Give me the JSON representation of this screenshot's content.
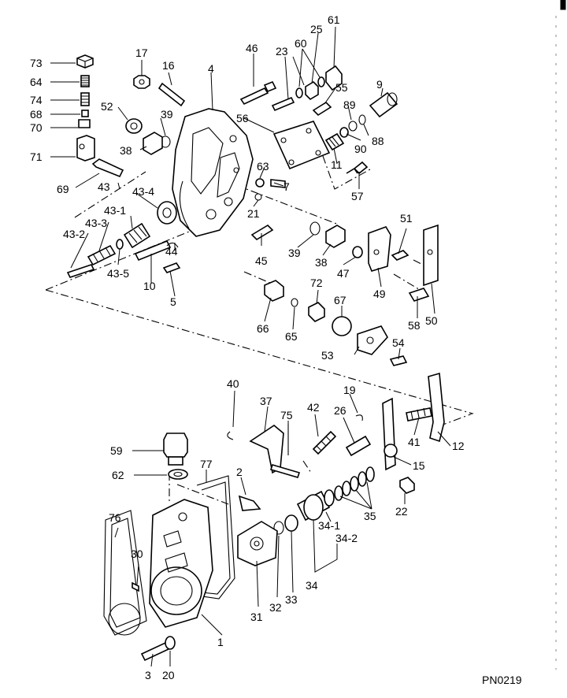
{
  "diagram": {
    "drawing_code": "PN0219",
    "callouts": {
      "c73": "73",
      "c64": "64",
      "c74": "74",
      "c68": "68",
      "c70": "70",
      "c71": "71",
      "c69": "69",
      "c17": "17",
      "c16": "16",
      "c4": "4",
      "c46": "46",
      "c23": "23",
      "c60": "60",
      "c25": "25",
      "c61": "61",
      "c55": "55",
      "c9": "9",
      "c89": "89",
      "c90": "90",
      "c88": "88",
      "c56": "56",
      "c52": "52",
      "c39a": "39",
      "c38a": "38",
      "c43": "43",
      "c43_4": "43-4",
      "c43_1": "43-1",
      "c43_3": "43-3",
      "c43_2": "43-2",
      "c43_5": "43-5",
      "c10": "10",
      "c44": "44",
      "c5": "5",
      "c63": "63",
      "c7": "7",
      "c11": "11",
      "c57": "57",
      "c21": "21",
      "c45": "45",
      "c39b": "39",
      "c38b": "38",
      "c47": "47",
      "c51": "51",
      "c49": "49",
      "c66": "66",
      "c72": "72",
      "c65": "65",
      "c67": "67",
      "c58": "58",
      "c50": "50",
      "c53": "53",
      "c54": "54",
      "c40": "40",
      "c37": "37",
      "c75": "75",
      "c42": "42",
      "c19": "19",
      "c26": "26",
      "c41": "41",
      "c12": "12",
      "c15": "15",
      "c59": "59",
      "c62": "62",
      "c77": "77",
      "c2": "2",
      "c35": "35",
      "c22": "22",
      "c34_1": "34-1",
      "c34_2": "34-2",
      "c76": "76",
      "c30": "30",
      "c32": "32",
      "c33": "33",
      "c34": "34",
      "c31": "31",
      "c1": "1",
      "c3": "3",
      "c20": "20"
    }
  }
}
